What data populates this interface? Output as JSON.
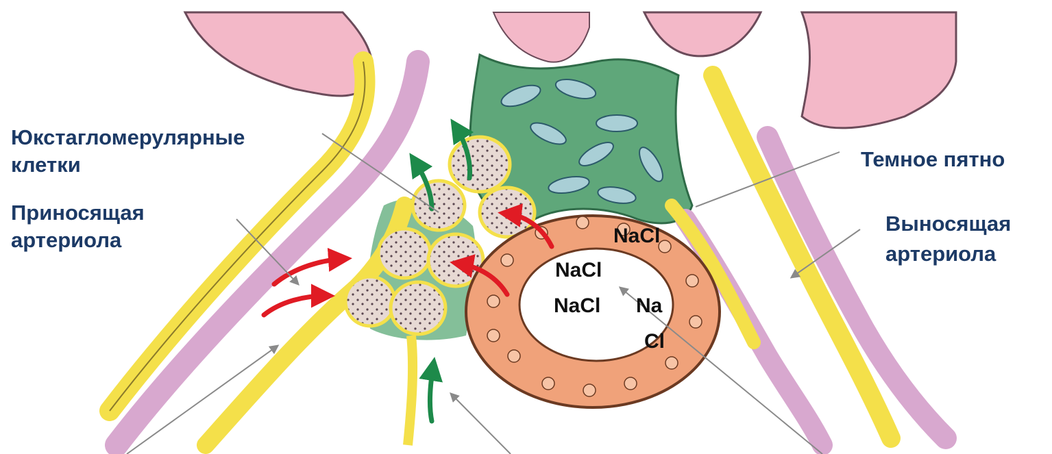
{
  "labels": {
    "juxtaglomerular_line1": "Юкстагломерулярные",
    "juxtaglomerular_line2": "клетки",
    "afferent_line1": "Приносящая",
    "afferent_line2": "артериола",
    "macula_densa": "Темное пятно",
    "efferent_line1": "Выносящая",
    "efferent_line2": "артериола"
  },
  "nacl": {
    "n1": "NaCl",
    "n2": "NaCl",
    "n3": "NaCl",
    "n4a": "Na",
    "n4b": "Cl"
  },
  "colors": {
    "label_text": "#1c3a66",
    "yellow_cells": "#f4e04a",
    "purple_cells": "#d8a8cf",
    "pink_glomerulus": "#f3b8c8",
    "green_mesangium": "#5fa77a",
    "tubule_orange": "#f0a27a",
    "red_arrow": "#e01b24",
    "green_arrow": "#1d8a4a",
    "pointer_line": "#8a8a8a"
  }
}
